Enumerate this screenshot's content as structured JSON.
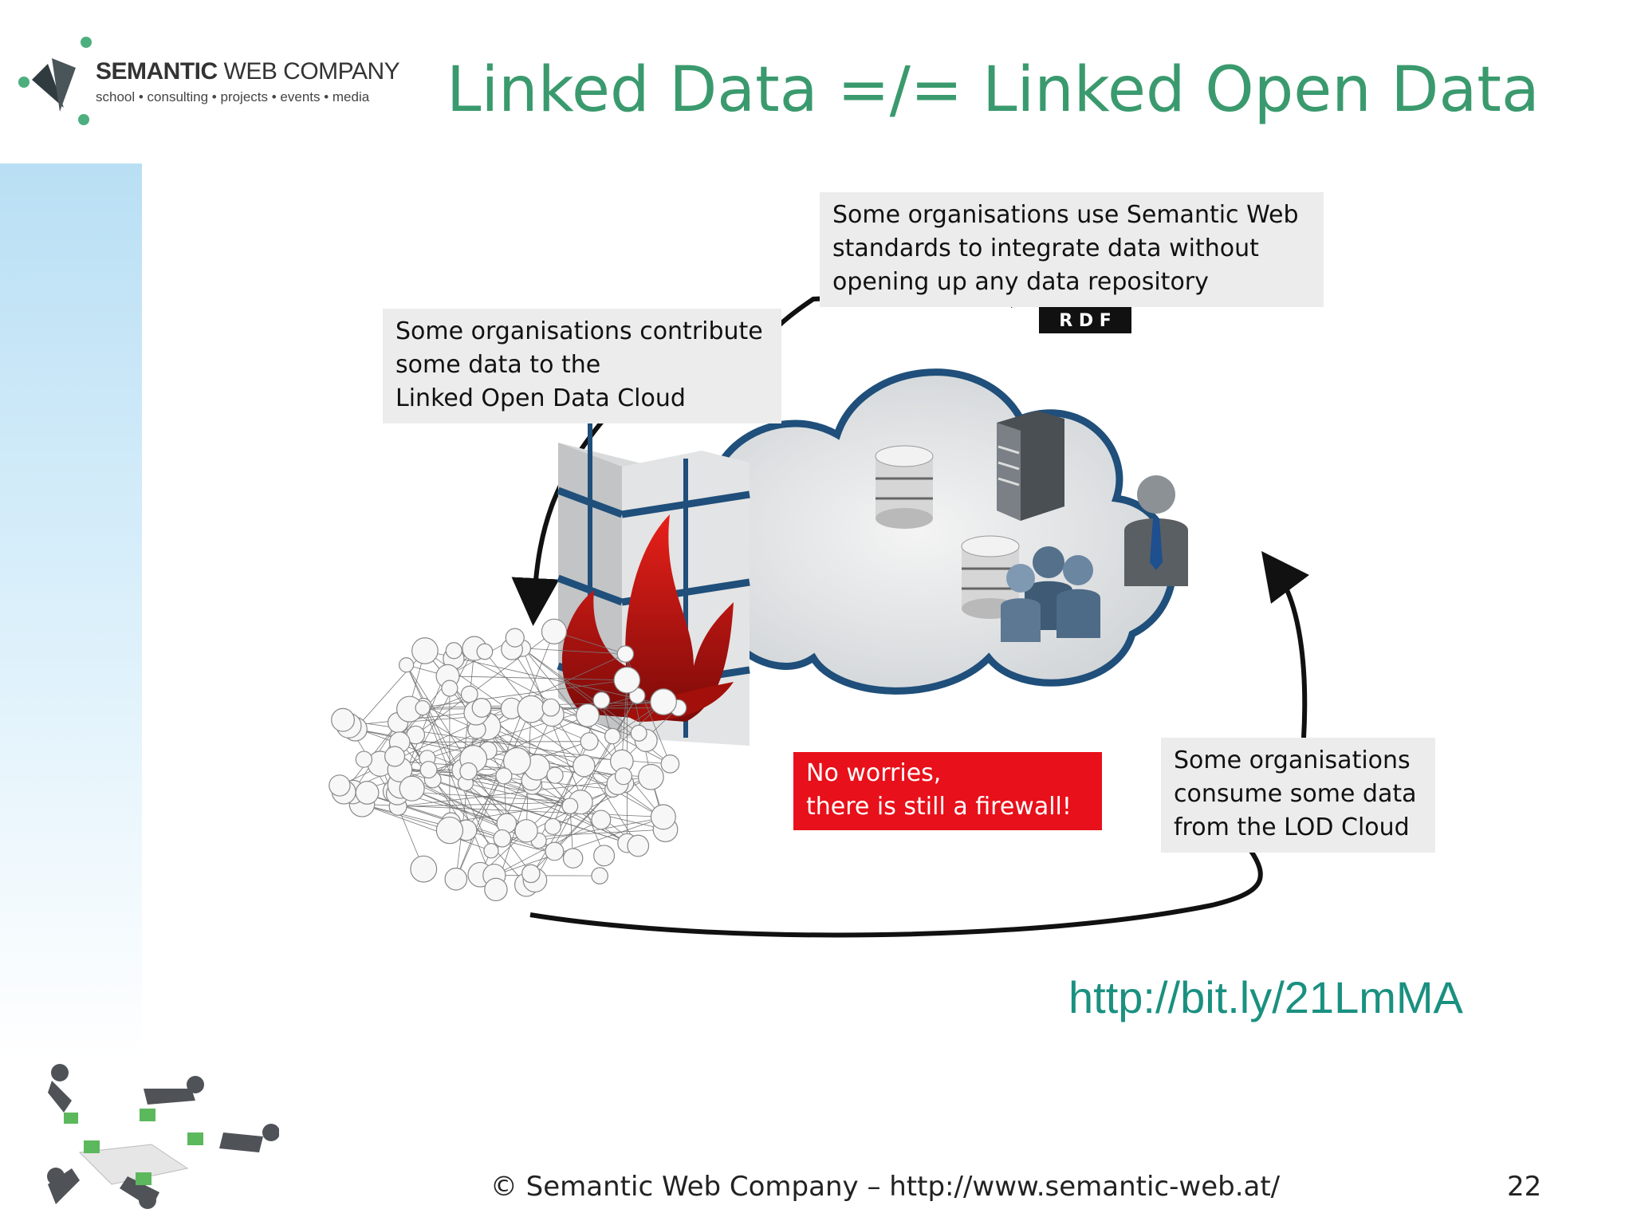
{
  "logo": {
    "name_bold": "SEMANTIC",
    "name_regular": " WEB COMPANY",
    "tagline": "school • consulting • projects • events • media"
  },
  "slide": {
    "title": "Linked Data =/= Linked Open Data",
    "url": "http://bit.ly/21LmMA",
    "footer": "© Semantic Web Company – http://www.semantic-web.at/",
    "page_number": "22"
  },
  "diagram": {
    "callout_top": "Some organisations use Semantic Web\nstandards to integrate data without\nopening up any data repository",
    "callout_left": "Some organisations contribute\nsome data to the\nLinked Open Data Cloud",
    "callout_bottom": "Some organisations\nconsume some data\nfrom the LOD Cloud",
    "callout_firewall": "No worries,\nthere is still a firewall!",
    "rdf_logo_text": "R D F",
    "colors": {
      "title": "#3a9a6e",
      "url": "#1a9080",
      "firewall_box": "#e8101a",
      "cloud_outline": "#1f4f7a",
      "flame": "#c0150f"
    },
    "icons": [
      "rdf-logo-icon",
      "database-icon",
      "server-icon",
      "users-icon",
      "user-icon",
      "firewall-wall-icon",
      "flame-icon",
      "lod-cloud-graph"
    ]
  }
}
